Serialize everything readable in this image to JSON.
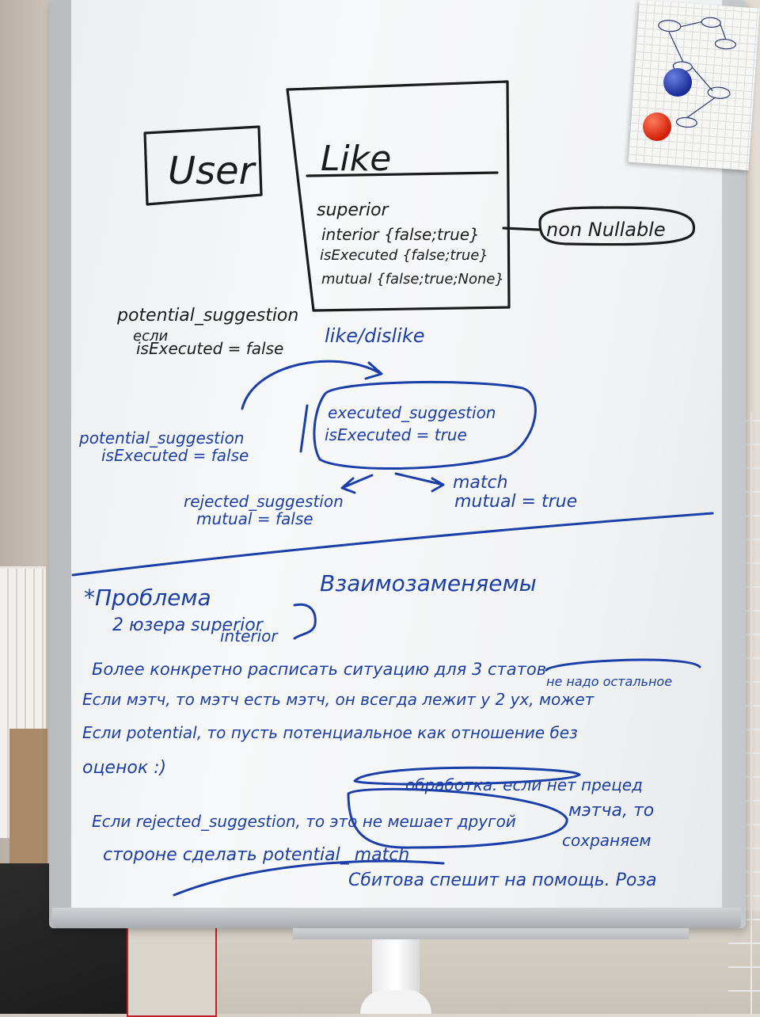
{
  "board": {
    "top_section": {
      "user_box": "User",
      "like_box": {
        "title": "Like",
        "fields": [
          "superior",
          "interior {false;true}",
          "isExecuted {false;true}",
          "mutual {false;true;None}"
        ]
      },
      "non_nullable": "non Nullable",
      "potential_note": [
        "potential_suggestion",
        "если",
        "isExecuted = false"
      ]
    },
    "flow": {
      "like_dislike": "like/dislike",
      "potential": [
        "potential_suggestion",
        "isExecuted = false"
      ],
      "executed": [
        "executed_suggestion",
        "isExecuted = true"
      ],
      "rejected": [
        "rejected_suggestion",
        "mutual = false"
      ],
      "match": [
        "match",
        "mutual = true"
      ]
    },
    "bottom_section": {
      "lines": [
        "*Проблема",
        "Взаимозаменяемы",
        "2 юзера  superior",
        "interior",
        "Более конкретно расписать ситуацию для 3 статов",
        "Если мэтч, то мэтч есть мэтч, он всегда лежит у 2 ух, может",
        "не надо остальное",
        "Если potential, то пусть потенциальное как отношение без",
        "оценок :)",
        "Если rejected_suggestion, то это не мешает другой",
        "обработка: если нет прецед",
        "мэтча, то",
        "стороне сделать potential_ match",
        "сохраняем",
        "Сбитова спешит на помощь. Роза"
      ]
    }
  }
}
